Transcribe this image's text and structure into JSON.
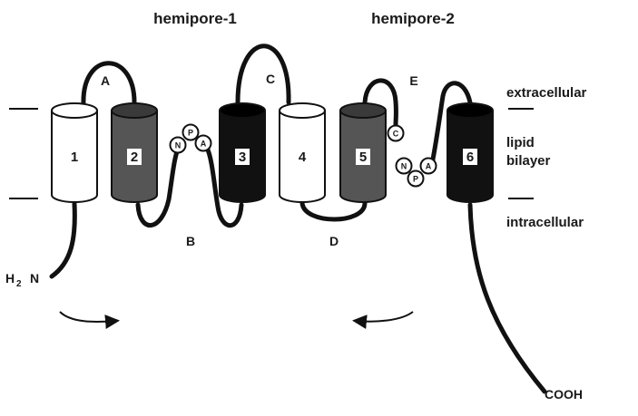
{
  "hemipores": [
    "hemipore-1",
    "hemipore-2"
  ],
  "membrane": {
    "extracellular": "extracellular",
    "lipid": "lipid",
    "bilayer": "bilayer",
    "intracellular": "intracellular"
  },
  "helices": [
    {
      "label": "1",
      "fill": "#ffffff"
    },
    {
      "label": "2",
      "fill": "#555555"
    },
    {
      "label": "3",
      "fill": "#111111"
    },
    {
      "label": "4",
      "fill": "#ffffff"
    },
    {
      "label": "5",
      "fill": "#555555"
    },
    {
      "label": "6",
      "fill": "#111111"
    }
  ],
  "loops": [
    "A",
    "B",
    "C",
    "D",
    "E"
  ],
  "motif1": [
    "N",
    "P",
    "A"
  ],
  "motif2": [
    "C",
    "N",
    "P",
    "A"
  ],
  "termini": {
    "n_main": "H",
    "n_sub": "2",
    "n_end": "N",
    "c": "COOH"
  }
}
